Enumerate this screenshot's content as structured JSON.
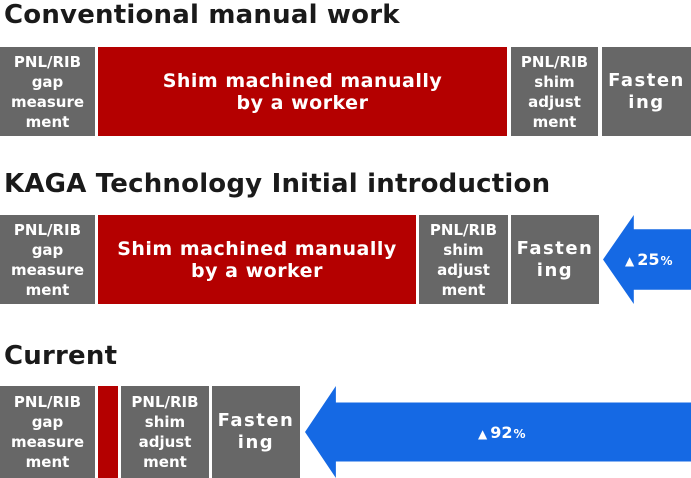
{
  "rows": [
    {
      "title": "Conventional manual work",
      "gap_measurement": "PNL/RIB\ngap\nmeasure\nment",
      "shim_machined": "Shim machined manually\nby a worker",
      "shim_adjustment": "PNL/RIB\nshim\nadjust\nment",
      "fastening": "Fasten\ning"
    },
    {
      "title": "KAGA Technology Initial introduction",
      "gap_measurement": "PNL/RIB\ngap\nmeasure\nment",
      "shim_machined": "Shim machined manually\nby a worker",
      "shim_adjustment": "PNL/RIB\nshim\nadjust\nment",
      "fastening": "Fasten\ning",
      "reduction": {
        "symbol": "▲",
        "value": "25",
        "unit": "%"
      }
    },
    {
      "title": "Current",
      "gap_measurement": "PNL/RIB\ngap\nmeasure\nment",
      "shim_adjustment": "PNL/RIB\nshim\nadjust\nment",
      "fastening": "Fasten\ning",
      "reduction": {
        "symbol": "▲",
        "value": "92",
        "unit": "%"
      }
    }
  ],
  "colors": {
    "manual_step": "#b40000",
    "process_step": "#676767",
    "reduction_arrow": "#1569e4"
  }
}
